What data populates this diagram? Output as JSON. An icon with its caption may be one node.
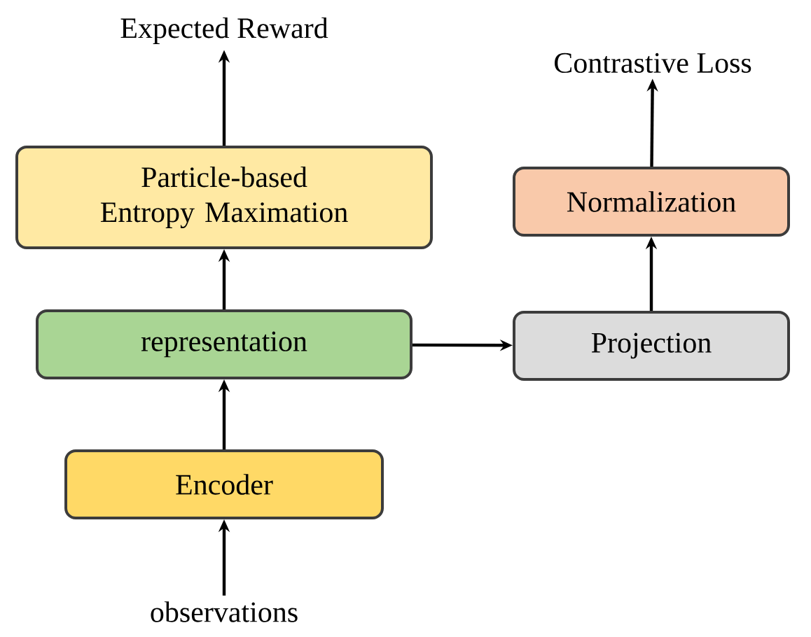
{
  "diagram": {
    "nodes": [
      {
        "text": [
          "Expected Reward"
        ]
      },
      {
        "text": [
          "Contrastive Loss"
        ]
      },
      {
        "text": [
          "Particle-based Entropy Maximation"
        ]
      },
      {
        "text": [
          "Normalization"
        ]
      },
      {
        "text": [
          "representation"
        ]
      },
      {
        "text": [
          "Projection"
        ]
      },
      {
        "text": [
          "Encoder"
        ]
      },
      {
        "text": [
          "observations"
        ]
      }
    ],
    "edges": [
      {
        "from": 7,
        "to": 6,
        "arrow": "to"
      },
      {
        "from": 6,
        "to": 4,
        "arrow": "to"
      },
      {
        "from": 4,
        "to": 2,
        "arrow": "to"
      },
      {
        "from": 2,
        "to": 0,
        "arrow": "to"
      },
      {
        "from": 4,
        "to": 5,
        "arrow": "to"
      },
      {
        "from": 5,
        "to": 3,
        "arrow": "to"
      },
      {
        "from": 3,
        "to": 1,
        "arrow": "to"
      }
    ]
  }
}
